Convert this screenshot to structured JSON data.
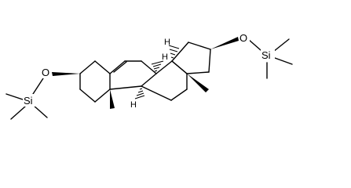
{
  "diagram": {
    "atoms": {
      "o3": "O",
      "si3": "Si",
      "o16": "O",
      "si16": "Si",
      "h9": "H",
      "h14": "H",
      "h8": "H"
    },
    "colors": {
      "line": "#000000",
      "background": "#ffffff"
    }
  }
}
